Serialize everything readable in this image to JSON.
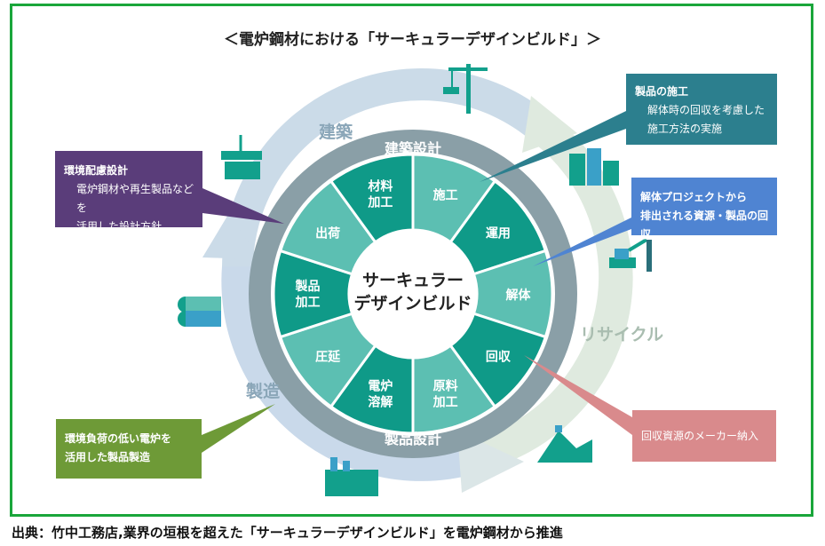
{
  "title": "＜電炉鋼材における「サーキュラーデザインビルド」＞",
  "center": {
    "line1": "サーキュラー",
    "line2": "デザインビルド"
  },
  "outer_labels": {
    "construction": "建築",
    "recycle": "リサイクル",
    "manufacturing": "製造"
  },
  "ring_labels": {
    "architectural_design": "建築設計",
    "product_design": "製品設計"
  },
  "segments": [
    {
      "line1": "施工",
      "line2": ""
    },
    {
      "line1": "運用",
      "line2": ""
    },
    {
      "line1": "解体",
      "line2": ""
    },
    {
      "line1": "回収",
      "line2": ""
    },
    {
      "line1": "原料",
      "line2": "加工"
    },
    {
      "line1": "電炉",
      "line2": "溶解"
    },
    {
      "line1": "圧延",
      "line2": ""
    },
    {
      "line1": "製品",
      "line2": "加工"
    },
    {
      "line1": "出荷",
      "line2": ""
    },
    {
      "line1": "材料",
      "line2": "加工"
    }
  ],
  "callouts": {
    "env_design": {
      "title": "環境配慮設計",
      "body1": "電炉鋼材や再生製品などを",
      "body2": "活用した設計方針"
    },
    "construction": {
      "title": "製品の施工",
      "body1": "解体時の回収を考慮した",
      "body2": "施工方法の実施"
    },
    "demolition": {
      "line1": "解体プロジェクトから",
      "line2": "排出される資源・製品の回収"
    },
    "recovery": {
      "text": "回収資源のメーカー納入"
    },
    "low_load": {
      "line1": "環境負荷の低い電炉を",
      "line2": "活用した製品製造"
    }
  },
  "icons": [
    "crane-icon",
    "buildings-icon",
    "excavator-icon",
    "scrap-pile-icon",
    "factory-icon",
    "pipes-icon",
    "steel-bundle-icon"
  ],
  "colors": {
    "frame": "#1aa63b",
    "teal_dark": "#0f9a88",
    "teal_light": "#5cbfb2",
    "outer_ring": "#8a9fa7"
  },
  "source": "出典：竹中工務店,業界の垣根を超えた「サーキュラーデザインビルド」を電炉鋼材から推進"
}
